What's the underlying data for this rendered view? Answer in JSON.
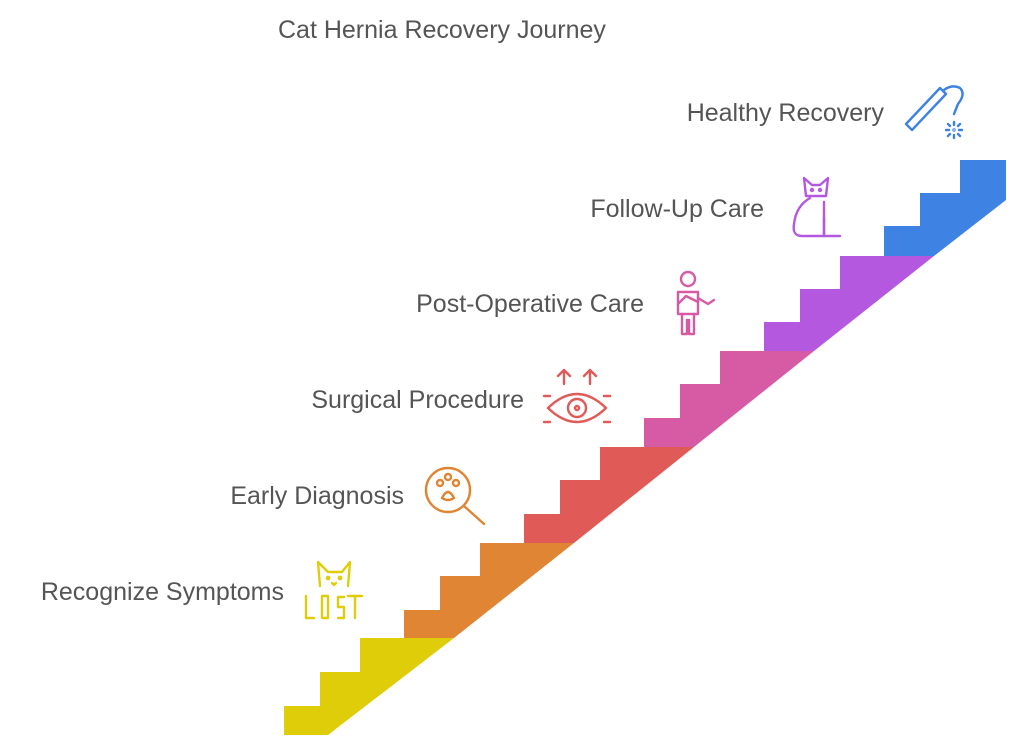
{
  "title": "Cat Hernia Recovery Journey",
  "steps": [
    {
      "label": "Recognize Symptoms",
      "color": "#e0cd0a",
      "icon": "lost-cat-icon"
    },
    {
      "label": "Early Diagnosis",
      "color": "#e08533",
      "icon": "paw-magnifier-icon"
    },
    {
      "label": "Surgical Procedure",
      "color": "#e05a58",
      "icon": "eye-scan-icon"
    },
    {
      "label": "Post-Operative Care",
      "color": "#d75aa5",
      "icon": "injured-person-icon"
    },
    {
      "label": "Follow-Up Care",
      "color": "#b458e0",
      "icon": "sitting-cat-icon"
    },
    {
      "label": "Healthy Recovery",
      "color": "#3e82e4",
      "icon": "cat-wand-icon"
    }
  ]
}
